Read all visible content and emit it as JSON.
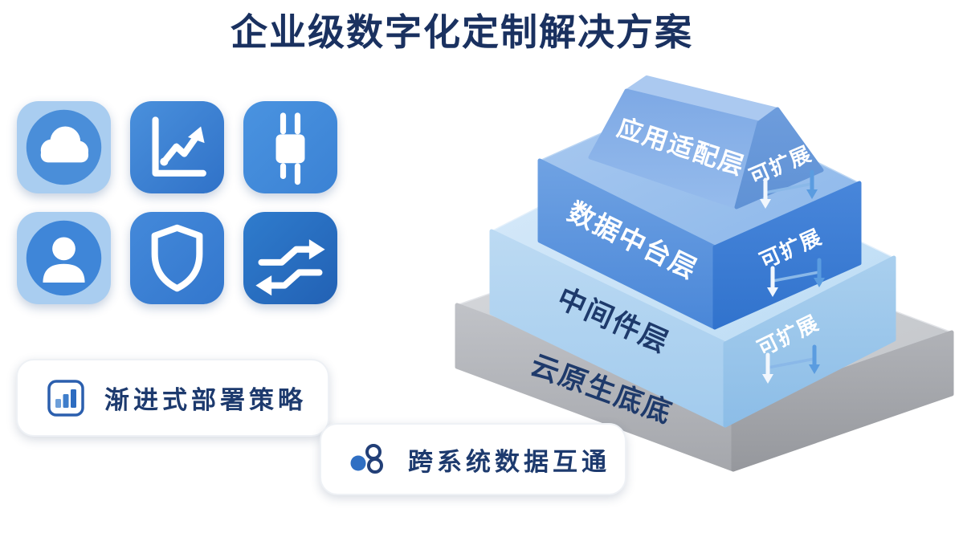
{
  "title": {
    "text": "企业级数字化定制解决方案",
    "color": "#1a3160"
  },
  "icon_tiles": [
    {
      "name": "cloud-icon"
    },
    {
      "name": "trend-chart-icon"
    },
    {
      "name": "chip-icon"
    },
    {
      "name": "user-icon"
    },
    {
      "name": "shield-icon"
    },
    {
      "name": "branch-arrows-icon"
    }
  ],
  "stack": {
    "layers": [
      {
        "label": "应用适配层",
        "tag": "可扩展",
        "text_color": "#ffffff",
        "face_color": "#7ca7e4"
      },
      {
        "label": "数据中台层",
        "tag": "可扩展",
        "text_color": "#ffffff",
        "face_color": "#4e8bda"
      },
      {
        "label": "中间件层",
        "tag": "可扩展",
        "text_color": "#1e3a6b",
        "face_color": "#aed1ee"
      },
      {
        "label": "云原生底底",
        "tag": "",
        "text_color": "#1e3a6b",
        "face_color": "#b2b4b9"
      }
    ]
  },
  "badges": [
    {
      "label": "渐进式部署策略",
      "icon": "bar-chart-icon"
    },
    {
      "label": "跨系统数据互通",
      "icon": "linked-circles-icon"
    }
  ],
  "colors": {
    "title": "#1a3160",
    "badge_text": "#1d3a6e",
    "primary_blue": "#3f86d6",
    "light_blue_tile": "#a9cdf0",
    "tag_text": "#ffffff",
    "arrow_blue": "#5a9ce0"
  }
}
